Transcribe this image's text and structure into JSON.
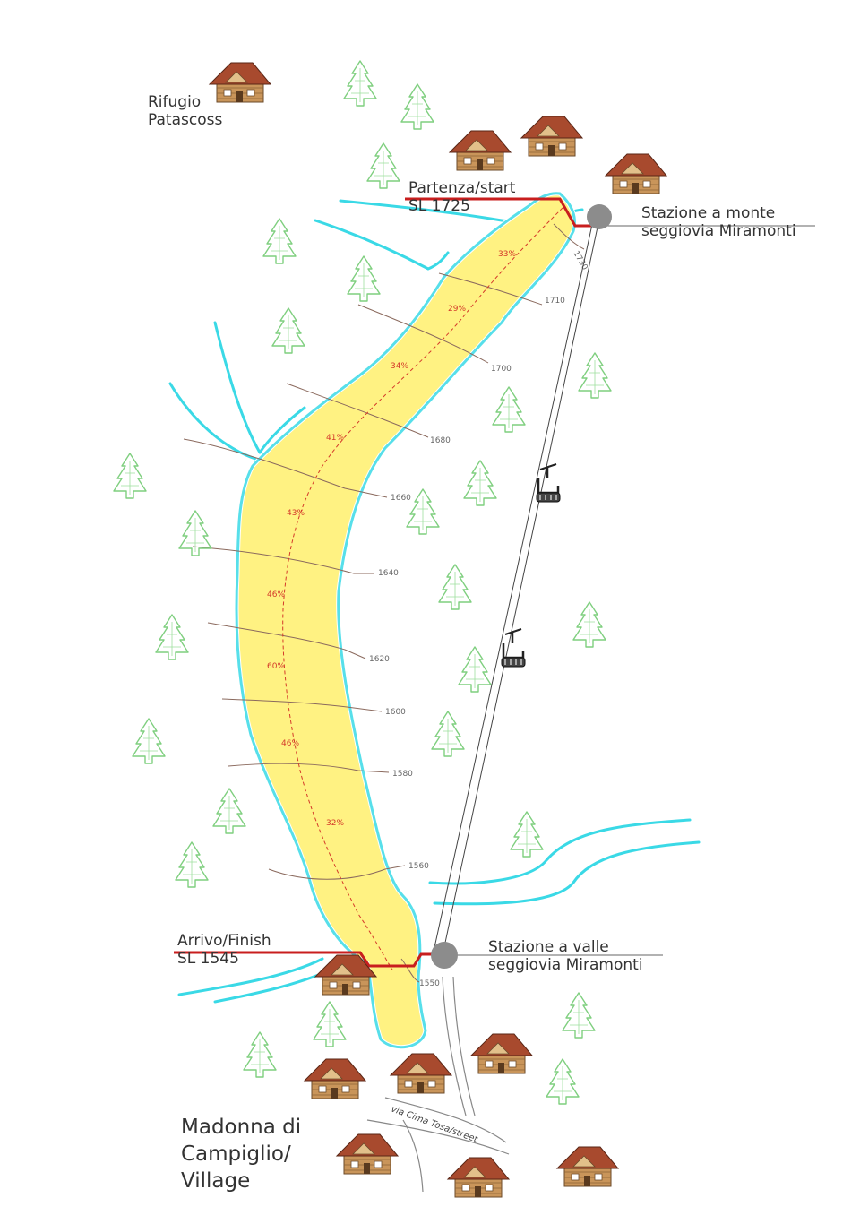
{
  "colors": {
    "piste_fill": "#fff282",
    "piste_outline": "#ffffff",
    "stream": "#3ad9e6",
    "start_finish_line": "#c81e1e",
    "slope_line": "#d43a2a",
    "contour": "#8b6a5e",
    "tree": "#7fcf7f",
    "station": "#8c8c8c",
    "chairlift": "#333333",
    "road": "#888888"
  },
  "labels": {
    "rifugio": [
      "Rifugio",
      "Patascoss"
    ],
    "start": [
      "Partenza/start",
      "SL 1725"
    ],
    "top_station": [
      "Stazione a monte",
      "seggiovia Miramonti"
    ],
    "finish": [
      "Arrivo/Finish",
      "SL 1545"
    ],
    "valley_station": [
      "Stazione a valle",
      "seggiovia Miramonti"
    ],
    "village": [
      "Madonna di",
      "Campiglio/",
      "Village"
    ],
    "street": "via Cima Tosa/street"
  },
  "contours": [
    "1730",
    "1710",
    "1700",
    "1680",
    "1660",
    "1640",
    "1620",
    "1600",
    "1580",
    "1560",
    "1550"
  ],
  "slopes": [
    "33%",
    "29%",
    "34%",
    "41%",
    "43%",
    "46%",
    "60%",
    "46%",
    "32%"
  ],
  "icons": {
    "tree": "pine-tree-icon",
    "cabin": "cabin-icon",
    "chairlift": "chairlift-chair-icon",
    "station": "lift-station-icon"
  }
}
